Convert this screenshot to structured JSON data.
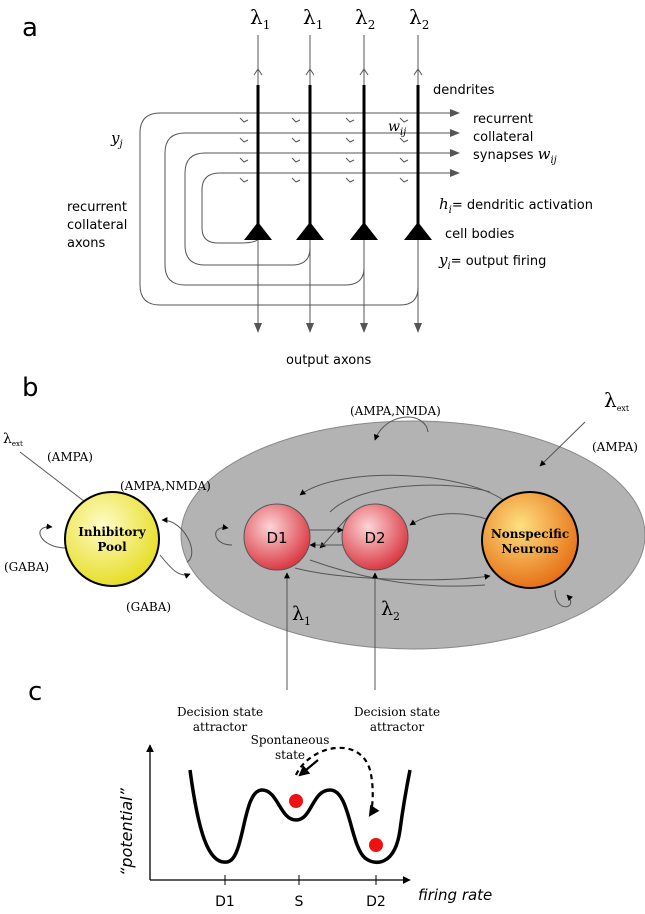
{
  "panel_a": {
    "label": "a",
    "lambdas": [
      {
        "main": "λ",
        "sub": "1"
      },
      {
        "main": "λ",
        "sub": "1"
      },
      {
        "main": "λ",
        "sub": "2"
      },
      {
        "main": "λ",
        "sub": "2"
      }
    ],
    "dendrites": "dendrites",
    "recurrent_line1": "recurrent",
    "recurrent_line2": "collateral",
    "synapses": "synapses",
    "w_main": "w",
    "w_sub": "ij",
    "y_main": "y",
    "y_sub": "j",
    "axons_line1": "recurrent",
    "axons_line2": "collateral",
    "axons_line3": "axons",
    "h_main": "h",
    "h_sub": "i",
    "h_text": "= dendritic activation",
    "cell_bodies": "cell bodies",
    "yi_main": "y",
    "yi_sub": "i",
    "yi_text": "= output firing",
    "output_axons": "output axons"
  },
  "panel_b": {
    "label": "b",
    "lambda_ext_main": "λ",
    "lambda_ext_sub": "ext",
    "ampa": "(AMPA)",
    "ampa_nmda": "(AMPA,NMDA)",
    "gaba": "(GABA)",
    "inhibitory_line1": "Inhibitory",
    "inhibitory_line2": "Pool",
    "d1": "D1",
    "d2": "D2",
    "nonspecific_line1": "Nonspecific",
    "nonspecific_line2": "Neurons",
    "lambda1_main": "λ",
    "lambda1_sub": "1",
    "lambda2_main": "λ",
    "lambda2_sub": "2"
  },
  "panel_c": {
    "label": "c",
    "decision_left_line1": "Decision state",
    "decision_left_line2": "attractor",
    "decision_right_line1": "Decision state",
    "decision_right_line2": "attractor",
    "spontaneous_line1": "Spontaneous",
    "spontaneous_line2": "state",
    "ylabel": "“potential”",
    "xlabel": "firing rate",
    "ticks": [
      "D1",
      "S",
      "D2"
    ]
  },
  "colors": {
    "line": "#000000",
    "thin_line": "#555555",
    "oval_fill": "#b3b3b3",
    "inhibitory_fill": "#f4ef3a",
    "d_fill": "#e8464f",
    "nonspecific_fill": "#f08a1c",
    "marker_red": "#ee1111"
  }
}
